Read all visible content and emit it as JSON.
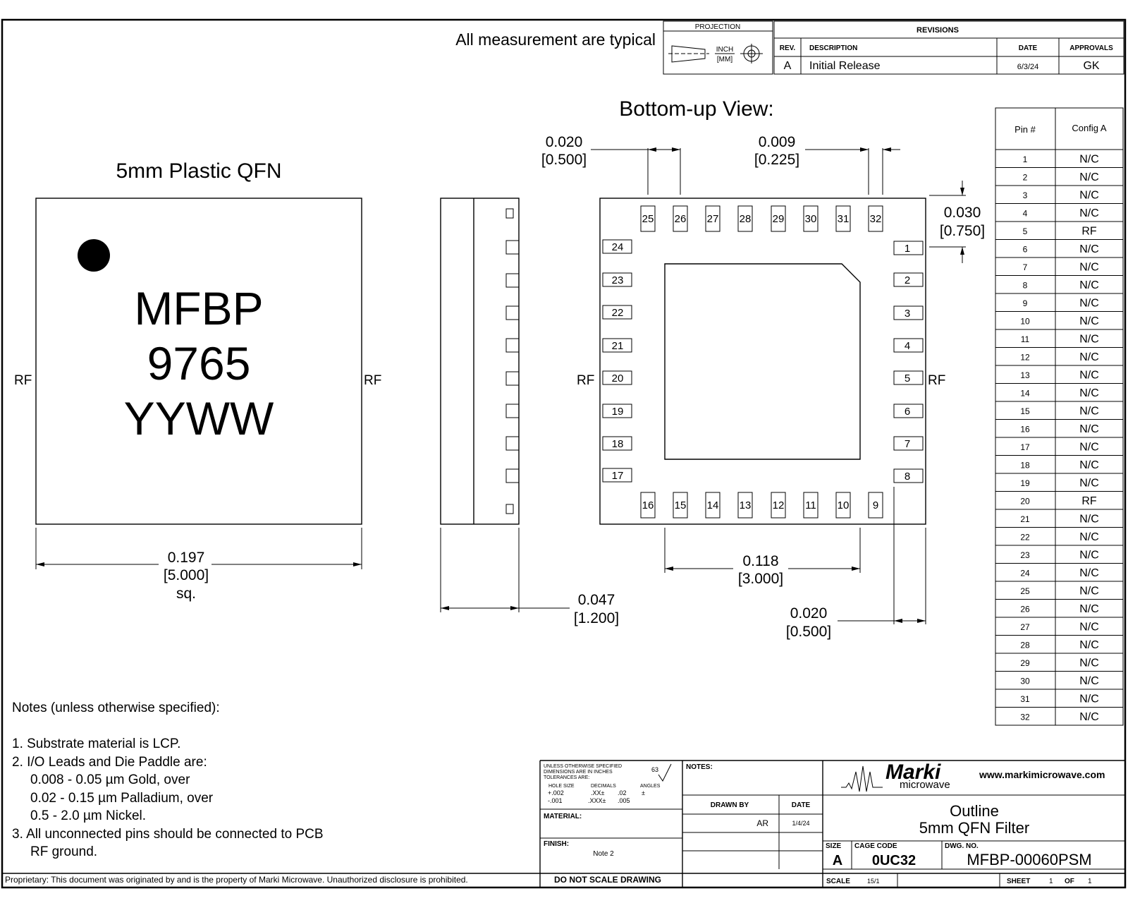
{
  "header": {
    "typical_note": "All measurement are typical",
    "projection_label": "PROJECTION",
    "unit_inch": "INCH",
    "unit_mm": "[MM]"
  },
  "revisions": {
    "title": "REVISIONS",
    "col_rev": "REV.",
    "col_description": "DESCRIPTION",
    "col_date": "DATE",
    "col_approvals": "APPROVALS",
    "rows": [
      {
        "rev": "A",
        "description": "Initial Release",
        "date": "6/3/24",
        "approval": "GK"
      }
    ]
  },
  "package_view": {
    "title": "5mm Plastic QFN",
    "marking": [
      "MFBP",
      "9765",
      "YYWW"
    ],
    "left_port": "RF",
    "right_port": "RF",
    "dim_inch": "0.197",
    "dim_mm": "[5.000]",
    "dim_suffix": "sq."
  },
  "side_view": {
    "dim_inch": "0.047",
    "dim_mm": "[1.200]"
  },
  "bottom_view": {
    "title": "Bottom-up View:",
    "pitch_inch": "0.020",
    "pitch_mm": "[0.500]",
    "pad_width_inch": "0.009",
    "pad_width_mm": "[0.225]",
    "pad_length_inch": "0.030",
    "pad_length_mm": "[0.750]",
    "paddle_inch": "0.118",
    "paddle_mm": "[3.000]",
    "edge_inch": "0.020",
    "edge_mm": "[0.500]",
    "left_port": "RF",
    "right_port": "RF",
    "top_pins": [
      "25",
      "26",
      "27",
      "28",
      "29",
      "30",
      "31",
      "32"
    ],
    "bottom_pins": [
      "16",
      "15",
      "14",
      "13",
      "12",
      "11",
      "10",
      "9"
    ],
    "left_pins": [
      "24",
      "23",
      "22",
      "21",
      "20",
      "19",
      "18",
      "17"
    ],
    "right_pins": [
      "1",
      "2",
      "3",
      "4",
      "5",
      "6",
      "7",
      "8"
    ]
  },
  "pin_table": {
    "col_pin": "Pin #",
    "col_config": "Config A",
    "rows": [
      {
        "pin": "1",
        "config": "N/C"
      },
      {
        "pin": "2",
        "config": "N/C"
      },
      {
        "pin": "3",
        "config": "N/C"
      },
      {
        "pin": "4",
        "config": "N/C"
      },
      {
        "pin": "5",
        "config": "RF"
      },
      {
        "pin": "6",
        "config": "N/C"
      },
      {
        "pin": "7",
        "config": "N/C"
      },
      {
        "pin": "8",
        "config": "N/C"
      },
      {
        "pin": "9",
        "config": "N/C"
      },
      {
        "pin": "10",
        "config": "N/C"
      },
      {
        "pin": "11",
        "config": "N/C"
      },
      {
        "pin": "12",
        "config": "N/C"
      },
      {
        "pin": "13",
        "config": "N/C"
      },
      {
        "pin": "14",
        "config": "N/C"
      },
      {
        "pin": "15",
        "config": "N/C"
      },
      {
        "pin": "16",
        "config": "N/C"
      },
      {
        "pin": "17",
        "config": "N/C"
      },
      {
        "pin": "18",
        "config": "N/C"
      },
      {
        "pin": "19",
        "config": "N/C"
      },
      {
        "pin": "20",
        "config": "RF"
      },
      {
        "pin": "21",
        "config": "N/C"
      },
      {
        "pin": "22",
        "config": "N/C"
      },
      {
        "pin": "23",
        "config": "N/C"
      },
      {
        "pin": "24",
        "config": "N/C"
      },
      {
        "pin": "25",
        "config": "N/C"
      },
      {
        "pin": "26",
        "config": "N/C"
      },
      {
        "pin": "27",
        "config": "N/C"
      },
      {
        "pin": "28",
        "config": "N/C"
      },
      {
        "pin": "29",
        "config": "N/C"
      },
      {
        "pin": "30",
        "config": "N/C"
      },
      {
        "pin": "31",
        "config": "N/C"
      },
      {
        "pin": "32",
        "config": "N/C"
      }
    ]
  },
  "notes": {
    "title": "Notes (unless otherwise specified):",
    "lines": [
      "1. Substrate material is LCP.",
      "2. I/O Leads and Die Paddle are:",
      "0.008 - 0.05 µm Gold, over",
      "0.02 - 0.15 µm Palladium, over",
      "0.5 - 2.0 µm Nickel.",
      "3. All unconnected pins should be connected to PCB",
      "RF ground."
    ]
  },
  "title_block": {
    "tolerance_lines": [
      "UNLESS OTHERWISE SPECIFIED",
      "DIMENSIONS ARE IN INCHES",
      "TOLERANCES ARE:"
    ],
    "tol_col_hole": "HOLE SIZE",
    "tol_col_decimals": "DECIMALS",
    "tol_col_angles": "ANGLES",
    "tol_row1": [
      "+.002",
      ".XX±",
      ".02",
      "±"
    ],
    "tol_row2": [
      "-.001",
      ".XXX±",
      ".005"
    ],
    "finish_mark": "63",
    "material_label": "MATERIAL:",
    "finish_label": "FINISH:",
    "finish_value": "Note 2",
    "notes_label": "NOTES:",
    "drawn_by_label": "DRAWN BY",
    "date_label": "DATE",
    "drawn_by": "AR",
    "drawn_date": "1/4/24",
    "do_not_scale": "DO NOT SCALE DRAWING",
    "company_name": "Marki",
    "company_sub": "microwave",
    "website": "www.markimicrowave.com",
    "drawing_title_1": "Outline",
    "drawing_title_2": "5mm QFN Filter",
    "size_label": "SIZE",
    "size_value": "A",
    "cage_label": "CAGE CODE",
    "cage_value": "0UC32",
    "dwg_label": "DWG. NO.",
    "dwg_value": "MFBP-00060PSM",
    "scale_label": "SCALE",
    "scale_value": "15/1",
    "sheet_label": "SHEET",
    "sheet_value": "1",
    "of_label": "OF",
    "of_value": "1"
  },
  "proprietary": "Proprietary:  This document was originated by and is the property of Marki Microwave.  Unauthorized disclosure is prohibited."
}
